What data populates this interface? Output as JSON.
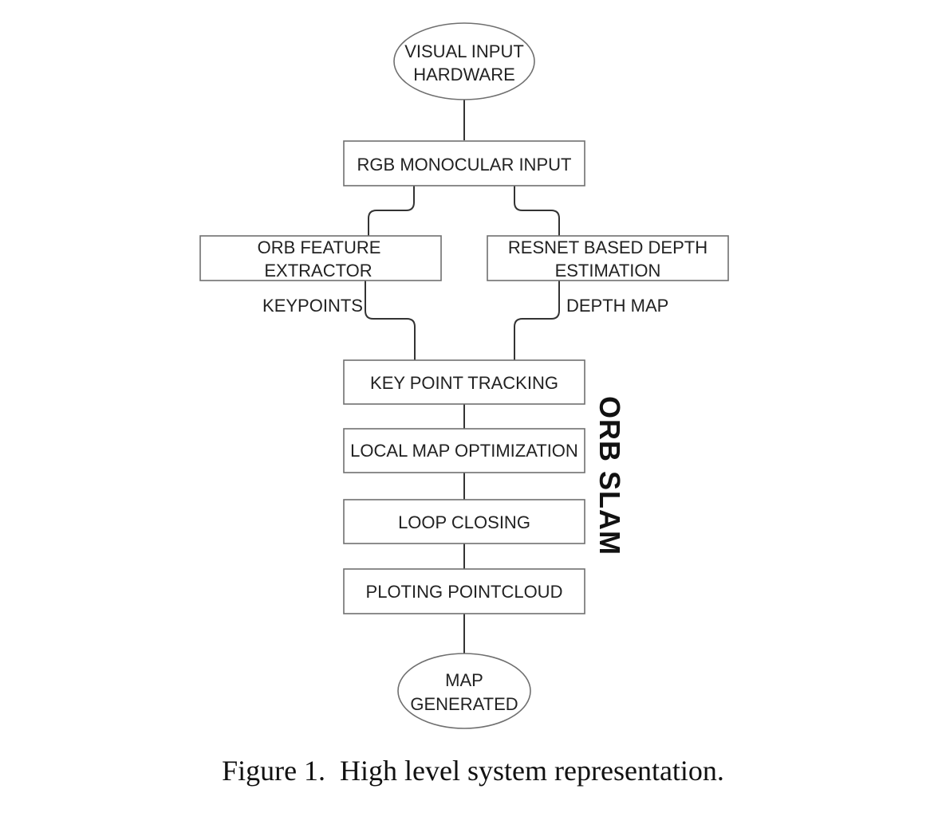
{
  "nodes": {
    "visual_input": {
      "lines": [
        "VISUAL INPUT",
        "HARDWARE"
      ]
    },
    "rgb_input": {
      "lines": [
        "RGB MONOCULAR INPUT"
      ]
    },
    "orb_extractor": {
      "lines": [
        "ORB FEATURE",
        "EXTRACTOR"
      ]
    },
    "resnet_depth": {
      "lines": [
        "RESNET BASED DEPTH",
        "ESTIMATION"
      ]
    },
    "keypoint_tracking": {
      "lines": [
        "KEY POINT TRACKING"
      ]
    },
    "local_map": {
      "lines": [
        "LOCAL MAP OPTIMIZATION"
      ]
    },
    "loop_closing": {
      "lines": [
        "LOOP CLOSING"
      ]
    },
    "ploting": {
      "lines": [
        "PLOTING POINTCLOUD"
      ]
    },
    "map_generated": {
      "lines": [
        "MAP",
        "GENERATED"
      ]
    }
  },
  "edge_labels": {
    "keypoints": "KEYPOINTS",
    "depth_map": "DEPTH MAP"
  },
  "group_label": "ORB SLAM",
  "caption": "Figure 1.  High level system representation."
}
